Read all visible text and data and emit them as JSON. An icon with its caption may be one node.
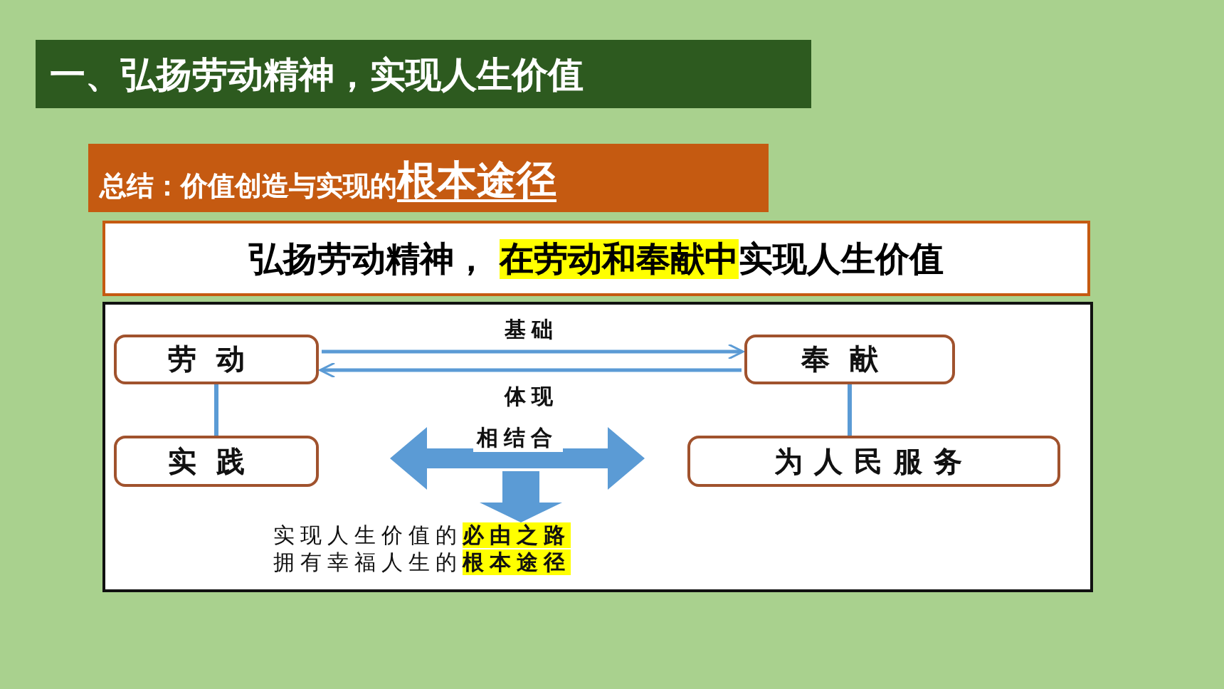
{
  "diagram": {
    "nodes": [
      {
        "text": [
          "一、弘扬劳动精神，实现人生价值"
        ]
      },
      {
        "text": [
          "总结：价值创造与实现的",
          "根本途径"
        ]
      },
      {
        "text": [
          "弘扬劳动精神， **在劳动和奉献中**实现人生价值"
        ]
      },
      {
        "text": [],
        "shape": "box"
      },
      {
        "text": [
          "劳动"
        ],
        "in": 3
      },
      {
        "text": [
          "奉献"
        ],
        "in": 3
      },
      {
        "text": [
          "实践"
        ],
        "in": 3
      },
      {
        "text": [
          "为人民服务"
        ],
        "in": 3
      },
      {
        "text": [
          "实现人生价值的**必由之路**",
          "拥有幸福人生的**根本途径**"
        ],
        "in": 3
      }
    ],
    "edges": [
      {
        "from": 4,
        "to": 5,
        "arrow": "to",
        "label": "基础"
      },
      {
        "from": 5,
        "to": 4,
        "arrow": "to",
        "label": "体现"
      },
      {
        "from": 4,
        "to": 6,
        "arrow": "none"
      },
      {
        "from": 5,
        "to": 7,
        "arrow": "none"
      },
      {
        "from": 6,
        "to": 7,
        "arrow": "both",
        "label": "相结合",
        "style": "thick"
      },
      {
        "from": null,
        "to": 8,
        "arrow": "to",
        "style": "thick"
      }
    ]
  }
}
